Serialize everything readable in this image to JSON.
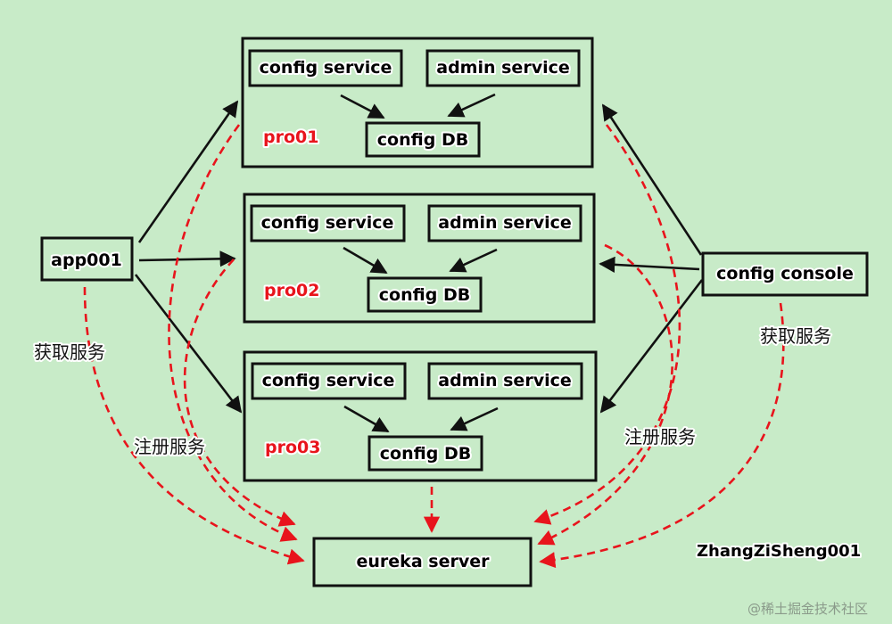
{
  "clusters": [
    {
      "label": "pro01",
      "config_service": "config service",
      "admin_service": "admin service",
      "db": "config DB"
    },
    {
      "label": "pro02",
      "config_service": "config service",
      "admin_service": "admin service",
      "db": "config DB"
    },
    {
      "label": "pro03",
      "config_service": "config service",
      "admin_service": "admin service",
      "db": "config DB"
    }
  ],
  "app": "app001",
  "console": "config console",
  "eureka": "eureka server",
  "labels": {
    "left_fetch": "获取服务",
    "left_register": "注册服务",
    "right_register": "注册服务",
    "right_fetch": "获取服务"
  },
  "author": "ZhangZiSheng001",
  "watermark": "@稀土掘金技术社区",
  "colors": {
    "background": "#c8ebc8",
    "border": "#111111",
    "dashed_arrow": "#e8141c",
    "cluster_label": "#e8141c"
  }
}
